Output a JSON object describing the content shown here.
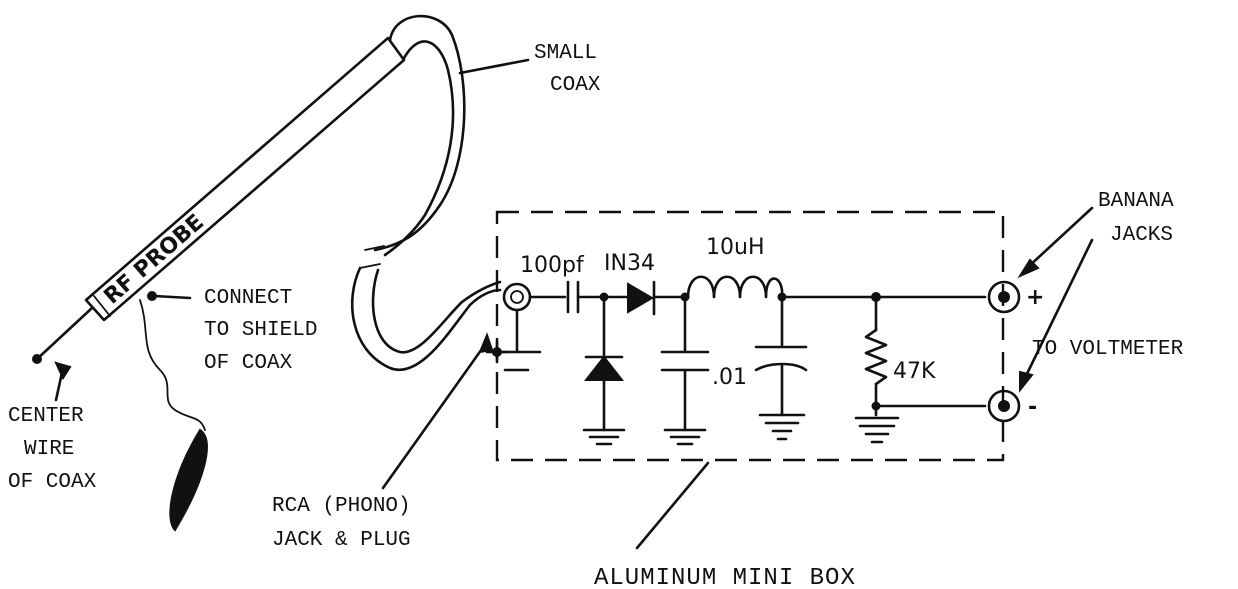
{
  "labels": {
    "small_coax_line1": "SMALL",
    "small_coax_line2": "COAX",
    "rf_probe": "RF PROBE",
    "connect_line1": "CONNECT",
    "connect_line2": "TO SHIELD",
    "connect_line3": "OF COAX",
    "center_line1": "CENTER",
    "center_line2": "WIRE",
    "center_line3": "OF COAX",
    "rca_line1": "RCA (PHONO)",
    "rca_line2": "JACK & PLUG",
    "box_label": "ALUMINUM MINI BOX",
    "banana_line1": "BANANA",
    "banana_line2": "JACKS",
    "to_voltmeter": "TO VOLTMETER",
    "plus": "+",
    "minus": "-"
  },
  "components": {
    "capacitor_in": "100pf",
    "diode": "IN34",
    "inductor": "10uH",
    "capacitor_out": ".01",
    "resistor": "47K"
  }
}
